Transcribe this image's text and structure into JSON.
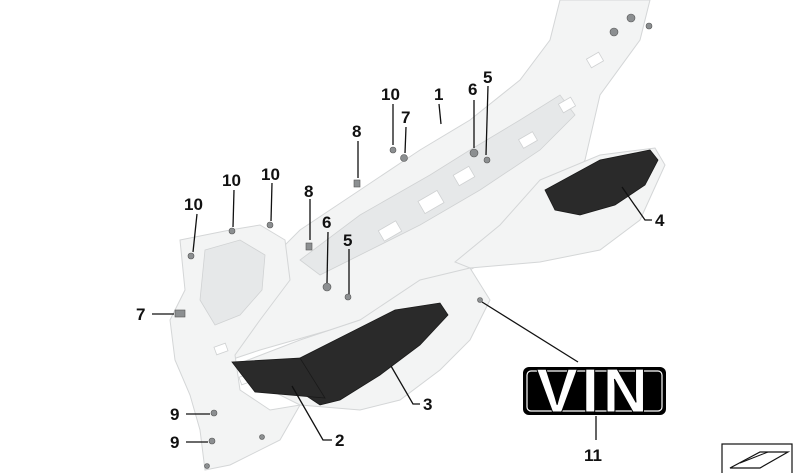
{
  "labels": {
    "part_1": "1",
    "part_2": "2",
    "part_3": "3",
    "part_4": "4",
    "part_5_upper": "5",
    "part_5_lower": "5",
    "part_6_upper": "6",
    "part_6_lower": "6",
    "part_7_upper": "7",
    "part_7_left": "7",
    "part_8_upper": "8",
    "part_8_lower": "8",
    "part_9_upper": "9",
    "part_9_lower": "9",
    "part_10_a": "10",
    "part_10_b": "10",
    "part_10_c": "10",
    "part_10_d": "10",
    "part_11": "11"
  },
  "vin_badge": {
    "text": "VIN"
  },
  "icon": {
    "name": "diagram-reference-icon"
  }
}
